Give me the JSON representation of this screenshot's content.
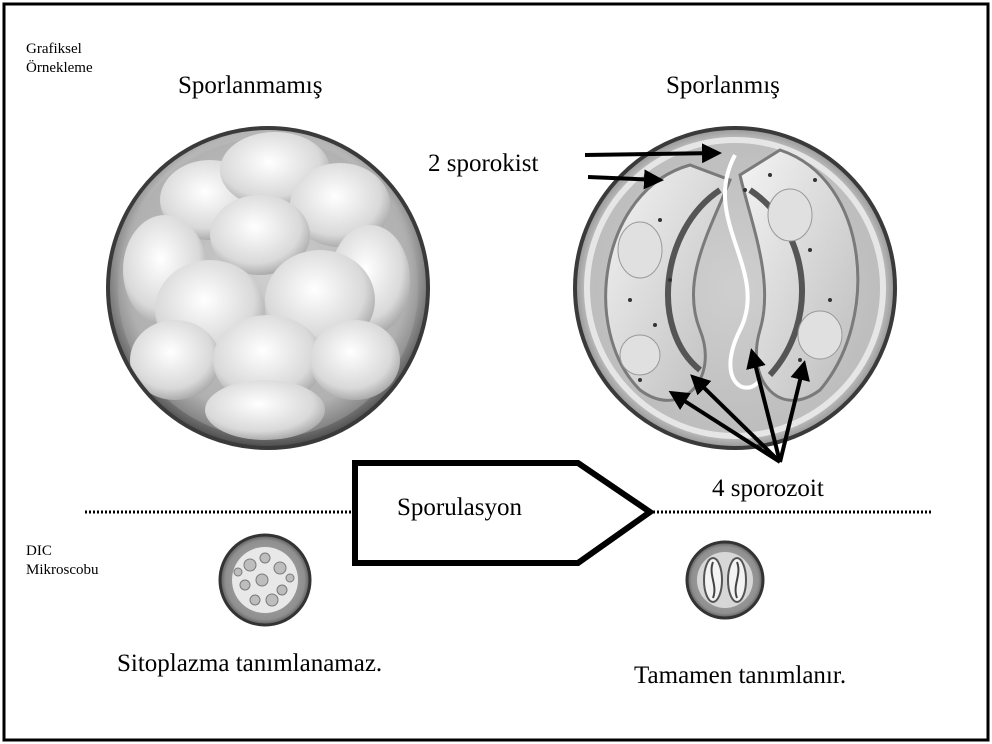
{
  "sections": {
    "graphic_label_line1": "Grafiksel",
    "graphic_label_line2": "Örnekleme",
    "dic_label_line1": "DIC",
    "dic_label_line2": "Mikroscobu"
  },
  "oocysts": {
    "unsporulated_title": "Sporlanmamış",
    "sporulated_title": "Sporlanmış"
  },
  "annotations": {
    "sporocyst_label": "2 sporokist",
    "sporozoite_label": "4 sporozoit"
  },
  "process": {
    "arrow_label": "Sporulasyon"
  },
  "captions": {
    "left": "Sitoplazma tanımlanamaz.",
    "right": "Tamamen tanımlanır."
  }
}
